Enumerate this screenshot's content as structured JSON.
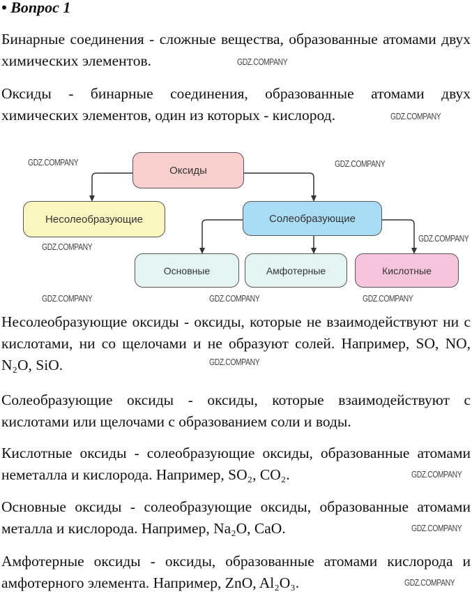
{
  "title": "• Вопрос 1",
  "paragraphs": {
    "p1": "Бинарные соединения - сложные вещества, образованные атомами двух химических элементов.",
    "p2": "Оксиды - бинарные соединения, образованные атомами двух химических элементов, один из которых - кислород.",
    "p3": "Несолеобразующие оксиды - оксиды, которые не взаимодействуют ни с кислотами, ни со щелочами и не образуют солей. Например,",
    "p3_examples": "SO, NO, N₂O, SiO.",
    "p4": "Солеобразующие оксиды - оксиды, которые взаимодействуют с кислотами или щелочами с образованием соли и воды.",
    "p5": "Кислотные оксиды - солеобразующие оксиды, образованные атомами неметалла и кислорода. Например, SO₂, CO₂.",
    "p6": "Основные оксиды - солеобразующие оксиды, образованные атомами металла и кислорода. Например, Na₂O, CaO.",
    "p7": "Амфотерные оксиды - оксиды, образованные атомами кислорода и амфотерного элемента. Например, ZnO, Al₂O₃."
  },
  "diagram": {
    "root": "Оксиды",
    "non_salt": "Несолеобразующие",
    "salt": "Солеобразующие",
    "basic": "Основные",
    "amphoteric": "Амфотерные",
    "acidic": "Кислотные",
    "colors": {
      "root": "#f8cfcc",
      "non_salt": "#fbf6bf",
      "salt": "#aadcf5",
      "basic": "#e4f4f2",
      "amphoteric": "#e4f4f2",
      "acidic": "#f6c4dc"
    }
  },
  "watermark": "GDZ.COMPANY"
}
